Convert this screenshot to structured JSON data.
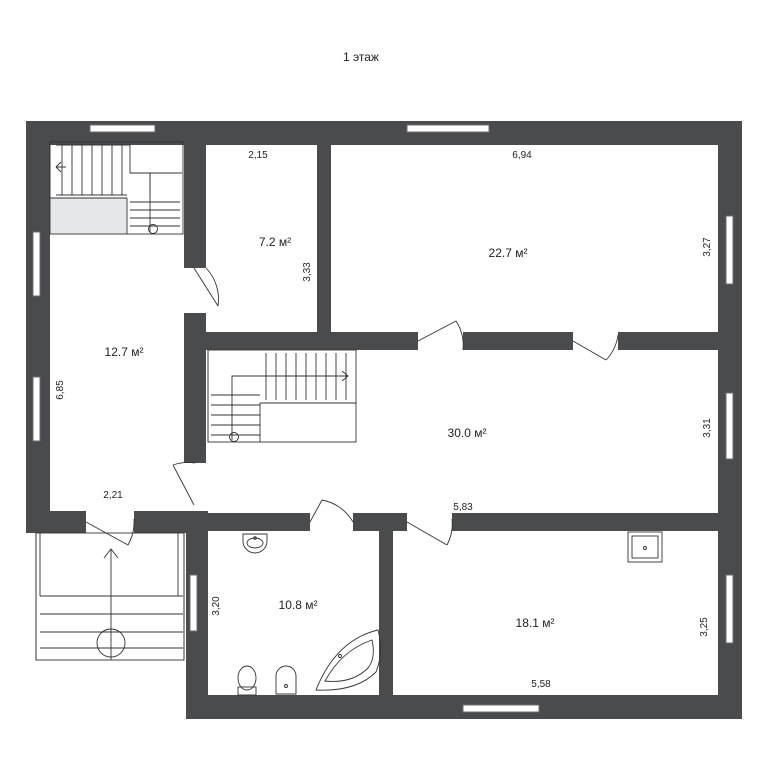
{
  "floor_title": "1 этаж",
  "rooms": [
    {
      "area": "12.7 м²"
    },
    {
      "area": "7.2 м²"
    },
    {
      "area": "22.7 м²"
    },
    {
      "area": "30.0 м²"
    },
    {
      "area": "10.8 м²"
    },
    {
      "area": "18.1 м²"
    }
  ],
  "dimensions": {
    "d215": "2,15",
    "d694": "6,94",
    "d333": "3,33",
    "d327": "3,27",
    "d685": "6,85",
    "d331": "3,31",
    "d221": "2,21",
    "d583": "5,83",
    "d320": "3,20",
    "d325": "3,25",
    "d558": "5,58"
  },
  "colors": {
    "wall": "#4a4b4d",
    "landing": "#e6e7e8",
    "background": "#ffffff"
  }
}
